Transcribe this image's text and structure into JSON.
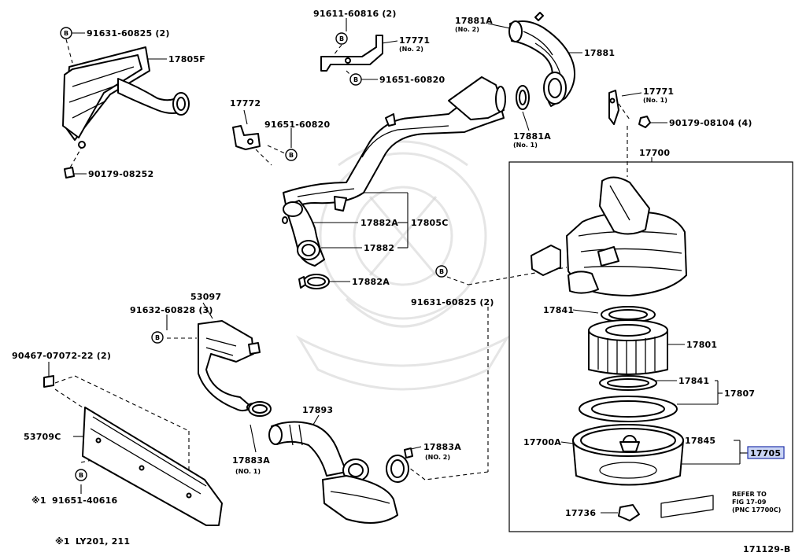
{
  "diagram": {
    "footnote_mark": "※1",
    "footnote_text": "LY201, 211",
    "figure_number": "171129-B",
    "bolt_symbol": "B",
    "parts": {
      "p17805F": "17805F",
      "p91631_top": "91631-60825 (2)",
      "p90179_08252": "90179-08252",
      "p91611": "91611-60816 (2)",
      "p17771_no2": "17771",
      "p17771_no2_sub": "(No. 2)",
      "p91651_60820_a": "91651-60820",
      "p17881A_no2": "17881A",
      "p17881A_no2_sub": "(No. 2)",
      "p17881": "17881",
      "p17881A_no1": "17881A",
      "p17881A_no1_sub": "(No. 1)",
      "p17771_no1": "17771",
      "p17771_no1_sub": "(No. 1)",
      "p90179_08104": "90179-08104 (4)",
      "p17772": "17772",
      "p91651_60820_b": "91651-60820",
      "p17700": "17700",
      "p17882A_a": "17882A",
      "p17805C": "17805C",
      "p17882": "17882",
      "p17882A_b": "17882A",
      "p91631_mid": "91631-60825 (2)",
      "p53097": "53097",
      "p91632": "91632-60828 (3)",
      "p17841_a": "17841",
      "p17801": "17801",
      "p90467": "90467-07072-22 (2)",
      "p17841_b": "17841",
      "p17807": "17807",
      "p17893": "17893",
      "p53709C": "53709C",
      "p17883A_no1": "17883A",
      "p17883A_no1_sub": "(NO. 1)",
      "p17883A_no2": "17883A",
      "p17883A_no2_sub": "(NO. 2)",
      "p17700A": "17700A",
      "p17845": "17845",
      "p17705": "17705",
      "p91651_40616": "91651-40616",
      "p91651_40616_mark": "※1",
      "p17736": "17736",
      "refer_line1": "REFER TO",
      "refer_line2": "FIG 17-09",
      "refer_line3": "(PNC 17700C)"
    }
  }
}
